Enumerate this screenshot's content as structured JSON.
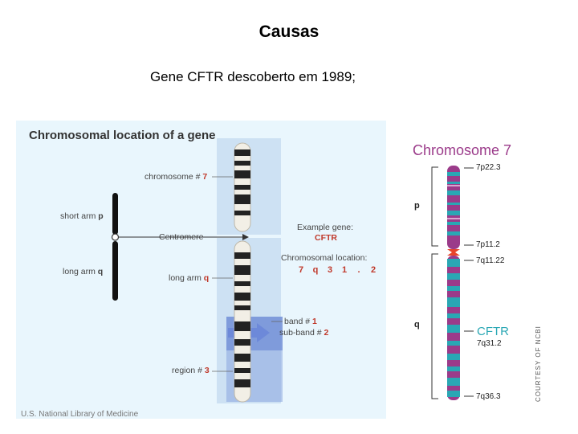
{
  "slide": {
    "title": "Causas",
    "subtitle": "Gene CFTR descoberto em 1989;"
  },
  "nlm_diagram": {
    "title": "Chromosomal location of a gene",
    "chromosome_label": "chromosome #",
    "chromosome_value": "7",
    "short_arm_label": "short arm",
    "short_arm_value": "p",
    "centromere_label": "Centromere",
    "long_arm_label": "long arm",
    "long_arm_value": "q",
    "long_arm_label2": "long arm",
    "long_arm_value2": "q",
    "example_gene_label": "Example gene:",
    "example_gene_value": "CFTR",
    "location_label": "Chromosomal location:",
    "location_parts": [
      "7",
      "q",
      "3",
      "1",
      ".",
      "2"
    ],
    "band_label": "band #",
    "band_value": "1",
    "subband_label": "sub-band #",
    "subband_value": "2",
    "region_label": "region #",
    "region_value": "3",
    "credit": "U.S. National Library of Medicine"
  },
  "chromosome7": {
    "title": "Chromosome 7",
    "arm_p": "p",
    "arm_q": "q",
    "band_top": "7p22.3",
    "band_p_cen": "7p11.2",
    "band_q_cen": "7q11.22",
    "gene": "CFTR",
    "gene_band": "7q31.2",
    "band_bottom": "7q36.3",
    "credit": "COURTESY OF NCBI",
    "colors": {
      "purple": "#9b3b8a",
      "teal": "#2aa7b4",
      "centromere": "#e8442a"
    }
  }
}
